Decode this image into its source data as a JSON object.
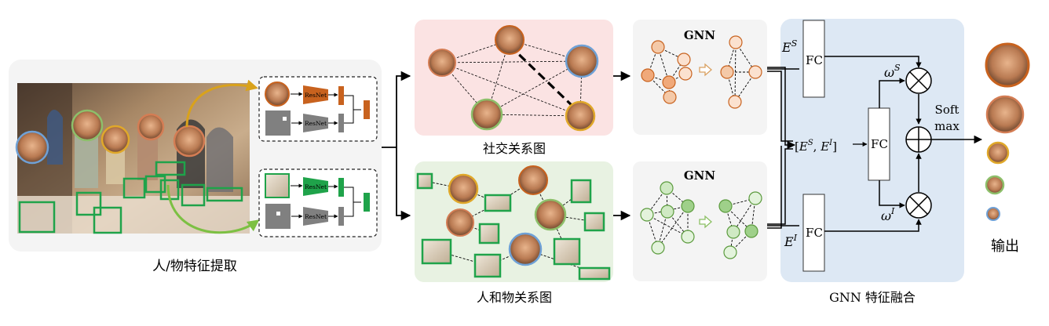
{
  "labels": {
    "feature_extraction": "人/物特征提取",
    "social_graph": "社交关系图",
    "object_graph": "人和物关系图",
    "fusion": "GNN 特征融合",
    "output": "输出",
    "gnn": "GNN",
    "resnet": "ResNet",
    "fc": "FC",
    "softmax_line1": "Soft",
    "softmax_line2": "max"
  },
  "math": {
    "es_base": "E",
    "es_sup": "S",
    "ei_base": "E",
    "ei_sup": "I",
    "concat_open": "[",
    "concat_sep": ", ",
    "concat_close": "]",
    "ws_base": "ω",
    "ws_sup": "S",
    "wi_base": "ω",
    "wi_sup": "I",
    "times": "⊗",
    "plus": "⊕"
  },
  "colors": {
    "person_outline": "#c8621e",
    "object_outline": "#1fa34a",
    "social_bg": "#fbe3e3",
    "object_bg": "#e8f2e2",
    "fusion_bg": "#dde8f4",
    "panel_bg": "#f4f4f4",
    "social_node": "#f4c9a8",
    "object_node": "#cfe9c3"
  },
  "icons": [
    "person-crop-icon",
    "object-crop-icon",
    "mask-icon",
    "arrow-icon",
    "multiply-circle-icon",
    "plus-circle-icon",
    "hollow-arrow-icon"
  ]
}
